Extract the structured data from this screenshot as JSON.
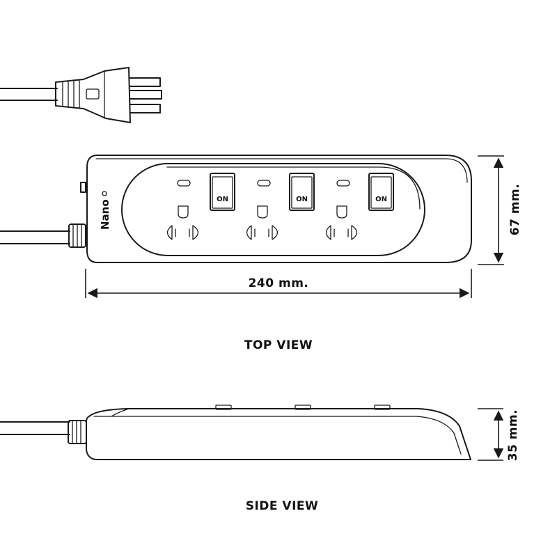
{
  "brand": "Nano",
  "switches": [
    {
      "label": "ON"
    },
    {
      "label": "ON"
    },
    {
      "label": "ON"
    }
  ],
  "dimensions": {
    "width": "240 mm.",
    "depth": "67 mm.",
    "height": "35 mm."
  },
  "views": {
    "top": "TOP VIEW",
    "side": "SIDE VIEW"
  }
}
